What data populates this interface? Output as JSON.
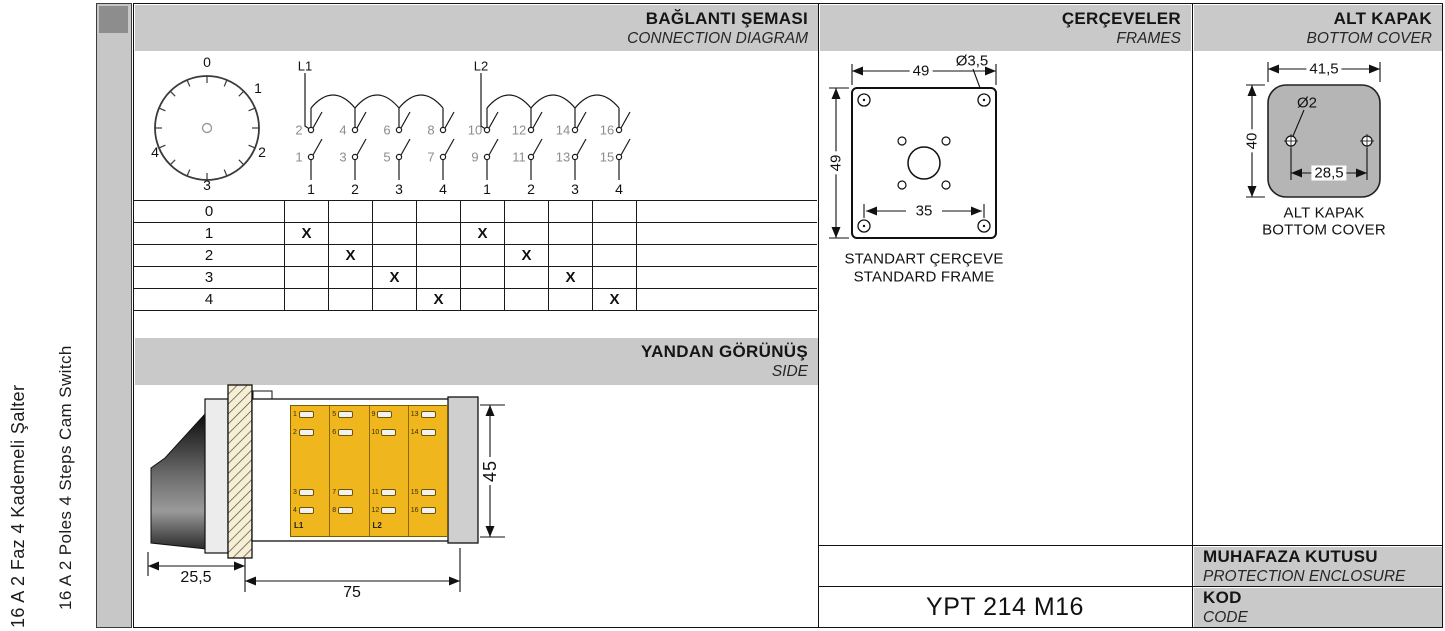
{
  "page": {
    "side_title_tr": "16 A 2 Faz 4 Kademeli Şalter",
    "side_title_en": "16 A 2 Poles 4 Steps Cam Switch"
  },
  "connection": {
    "header_tr": "BAĞLANTI ŞEMASI",
    "header_en": "CONNECTION DIAGRAM",
    "dial_positions": [
      "0",
      "1",
      "2",
      "3",
      "4"
    ],
    "phase_labels": [
      "L1",
      "L2"
    ],
    "top_terminals": [
      "2",
      "4",
      "6",
      "8",
      "10",
      "12",
      "14",
      "16"
    ],
    "bottom_terminals": [
      "1",
      "3",
      "5",
      "7",
      "9",
      "11",
      "13",
      "15"
    ],
    "column_numbers": [
      "1",
      "2",
      "3",
      "4",
      "1",
      "2",
      "3",
      "4"
    ],
    "state_table": {
      "row_labels": [
        "0",
        "1",
        "2",
        "3",
        "4"
      ],
      "marks": [
        [
          "",
          "",
          "",
          "",
          "",
          "",
          "",
          ""
        ],
        [
          "X",
          "",
          "",
          "",
          "X",
          "",
          "",
          ""
        ],
        [
          "",
          "X",
          "",
          "",
          "",
          "X",
          "",
          ""
        ],
        [
          "",
          "",
          "X",
          "",
          "",
          "",
          "X",
          ""
        ],
        [
          "",
          "",
          "",
          "X",
          "",
          "",
          "",
          "X"
        ]
      ]
    }
  },
  "side_view": {
    "header_tr": "YANDAN GÖRÜNÜŞ",
    "header_en": "SIDE",
    "dims": {
      "knob_depth": "25,5",
      "body_length": "75",
      "body_height": "45"
    },
    "cam_sections": [
      {
        "screw_labels": [
          "1",
          "2",
          "3",
          "4"
        ],
        "phase": "L1"
      },
      {
        "screw_labels": [
          "5",
          "6",
          "7",
          "8"
        ],
        "phase": ""
      },
      {
        "screw_labels": [
          "9",
          "10",
          "11",
          "12"
        ],
        "phase": "L2"
      },
      {
        "screw_labels": [
          "13",
          "14",
          "15",
          "16"
        ],
        "phase": ""
      }
    ]
  },
  "frames": {
    "header_tr": "ÇERÇEVELER",
    "header_en": "FRAMES",
    "dims": {
      "width": "49",
      "height": "49",
      "hole": "Ø3,5",
      "hole_spacing": "35"
    },
    "caption_tr": "STANDART ÇERÇEVE",
    "caption_en": "STANDARD FRAME"
  },
  "bottom_cover": {
    "header_tr": "ALT KAPAK",
    "header_en": "BOTTOM COVER",
    "dims": {
      "width": "41,5",
      "height": "40",
      "hole": "Ø2",
      "hole_spacing": "28,5"
    },
    "caption_tr": "ALT KAPAK",
    "caption_en": "BOTTOM COVER"
  },
  "enclosure": {
    "header_tr": "MUHAFAZA KUTUSU",
    "header_en": "PROTECTION ENCLOSURE"
  },
  "code": {
    "header_tr": "KOD",
    "header_en": "CODE",
    "value": "YPT 214 M16"
  },
  "colors": {
    "header_bg": "#c9c9c9",
    "cam_yellow": "#efb61e",
    "cover_gray": "#b5b5b5"
  }
}
